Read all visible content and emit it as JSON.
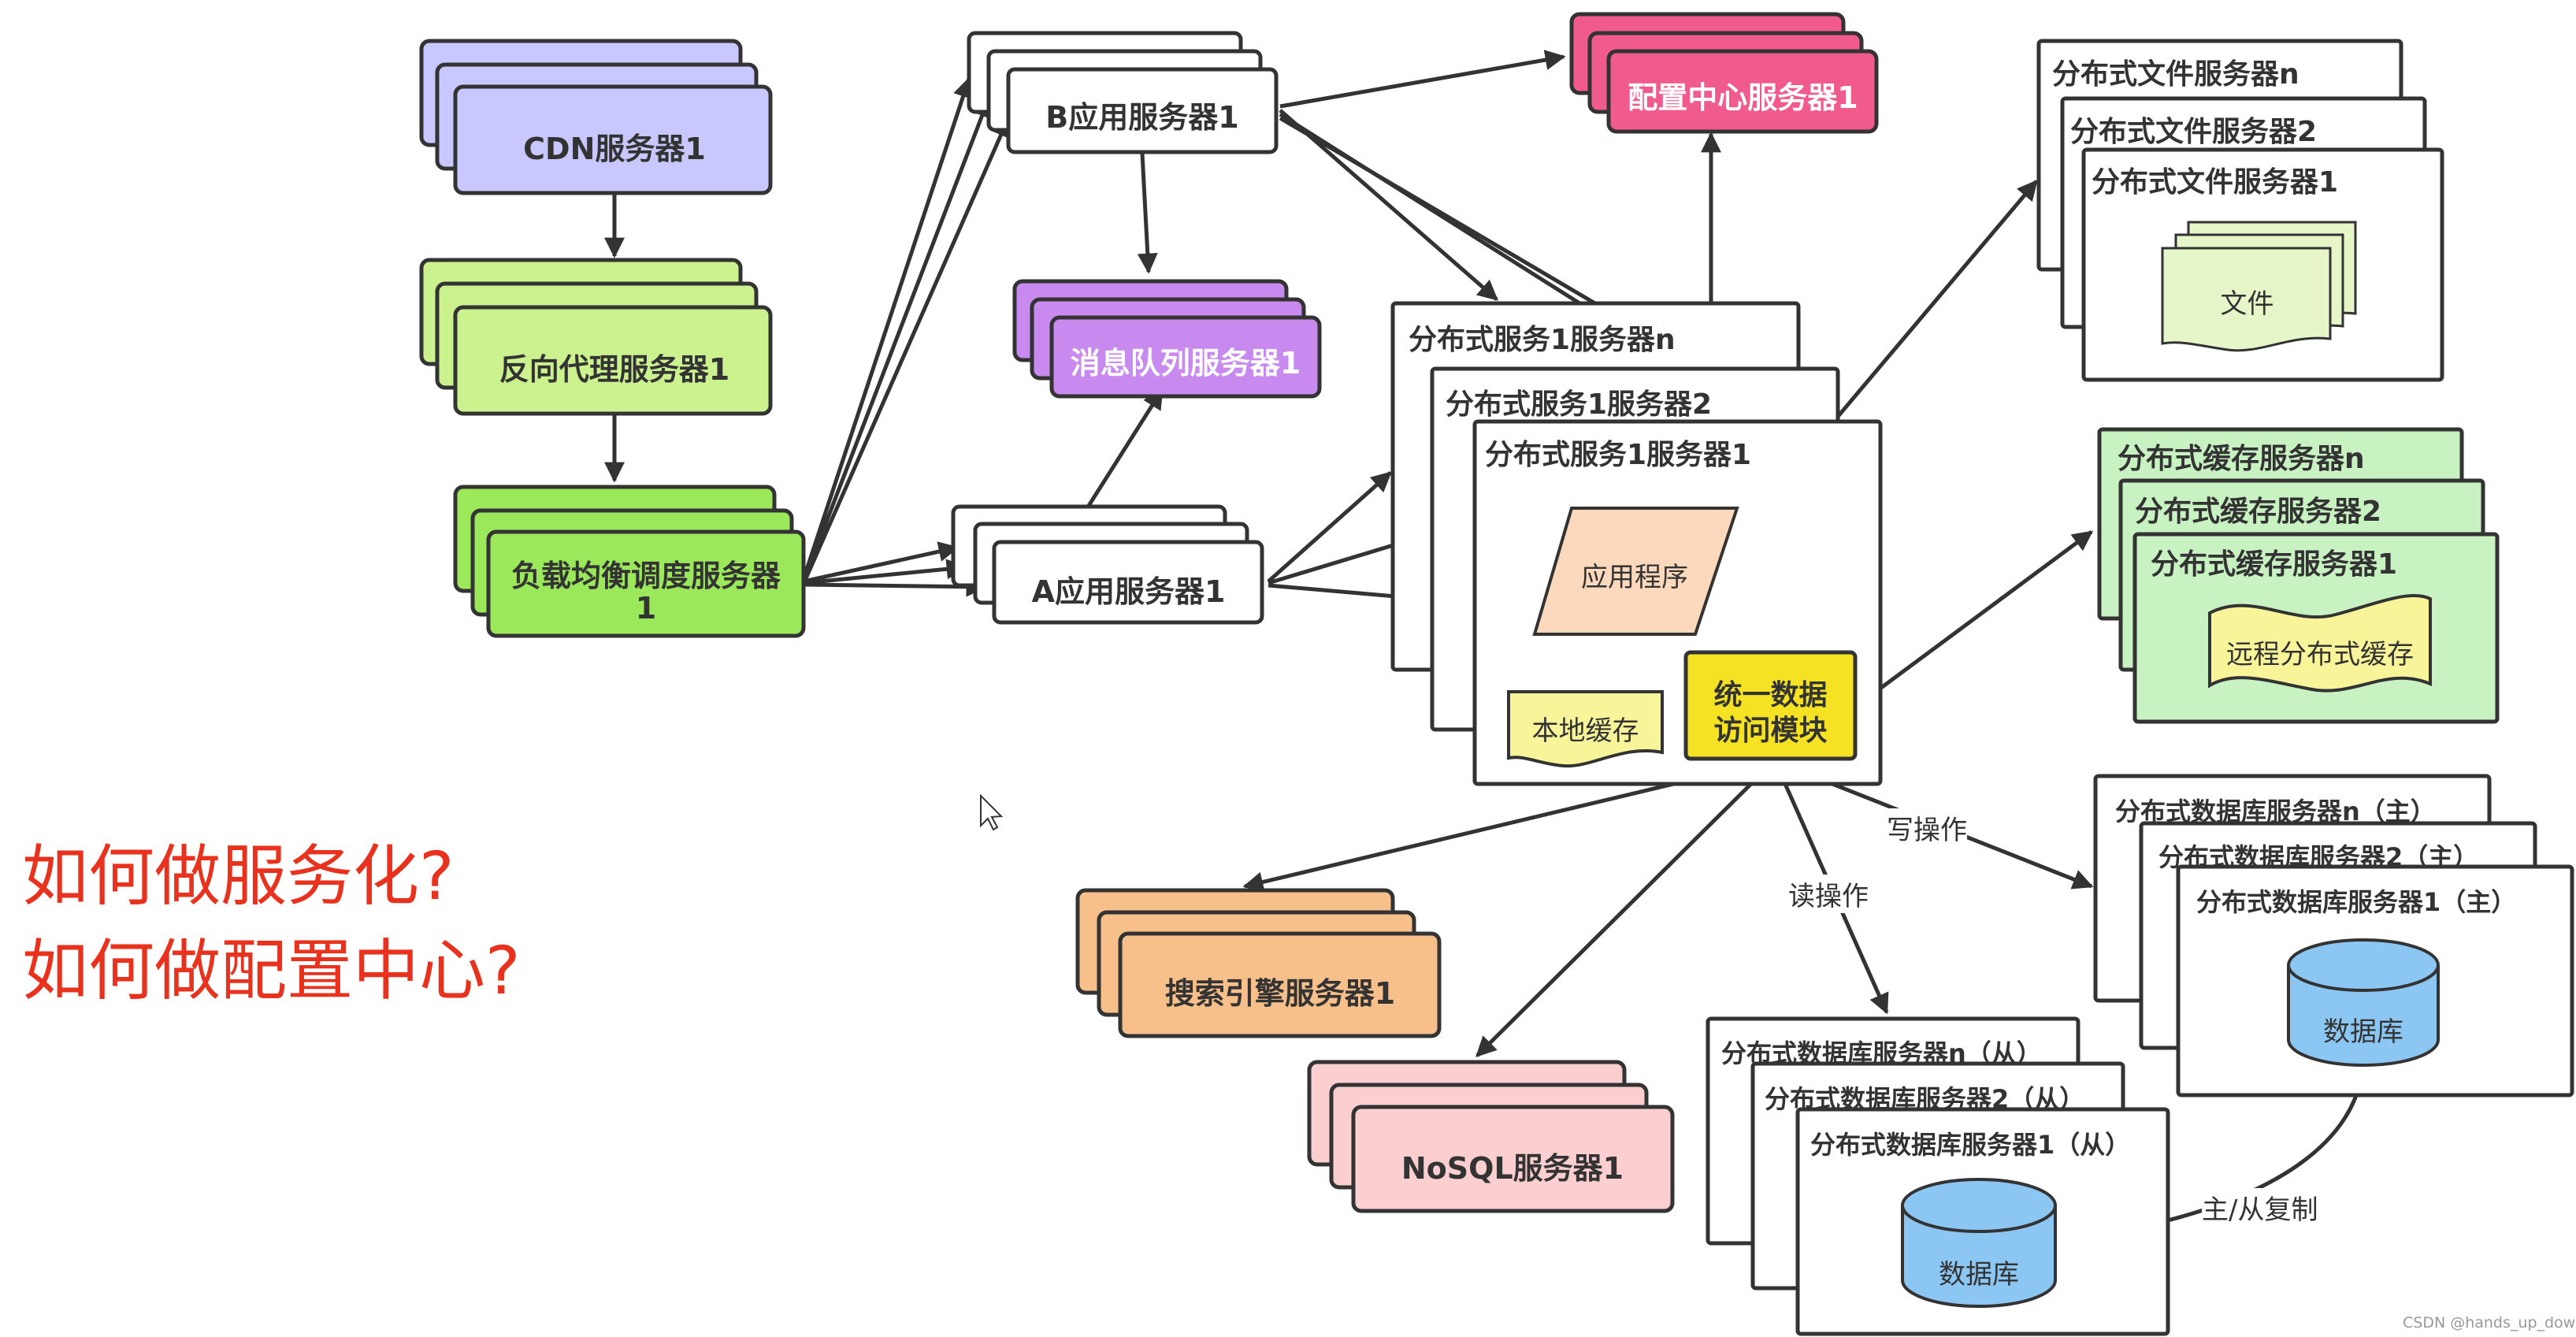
{
  "nodes": {
    "cdn": "CDN服务器1",
    "reverse_proxy": "反向代理服务器1",
    "load_balancer_line1": "负载均衡调度服务器",
    "load_balancer_line2": "1",
    "app_b": "B应用服务器1",
    "app_a": "A应用服务器1",
    "mq": "消息队列服务器1",
    "config_center": "配置中心服务器1",
    "dist_service_n": "分布式服务1服务器n",
    "dist_service_2": "分布式服务1服务器2",
    "dist_service_1": "分布式服务1服务器1",
    "application": "应用程序",
    "local_cache": "本地缓存",
    "unified_data_line1": "统一数据",
    "unified_data_line2": "访问模块",
    "file_n": "分布式文件服务器n",
    "file_2": "分布式文件服务器2",
    "file_1": "分布式文件服务器1",
    "file_doc": "文件",
    "cache_n": "分布式缓存服务器n",
    "cache_2": "分布式缓存服务器2",
    "cache_1": "分布式缓存服务器1",
    "remote_cache": "远程分布式缓存",
    "db_master_n": "分布式数据库服务器n（主）",
    "db_master_2": "分布式数据库服务器2（主）",
    "db_master_1": "分布式数据库服务器1（主）",
    "db_master_db": "数据库",
    "db_slave_n": "分布式数据库服务器n（从）",
    "db_slave_2": "分布式数据库服务器2（从）",
    "db_slave_1": "分布式数据库服务器1（从）",
    "db_slave_db": "数据库",
    "search": "搜索引擎服务器1",
    "nosql": "NoSQL服务器1"
  },
  "edge_labels": {
    "write": "写操作",
    "read": "读操作",
    "replication": "主/从复制"
  },
  "questions": {
    "q1": "如何做服务化?",
    "q2": "如何做配置中心?"
  },
  "watermark": "CSDN @hands_up_down",
  "colors": {
    "cdn": "#c8c8ff",
    "proxy": "#cbf28f",
    "balancer": "#9be85a",
    "mq": "#c98af0",
    "config": "#f05a8c",
    "app_shape": "#fcd9bd",
    "local_cache": "#f7f49a",
    "unified": "#f5e323",
    "cache": "#c9f2c3",
    "doc": "#e6f6c8",
    "db": "#8cc6f2",
    "search": "#f7c08a",
    "nosql": "#fbcfcf",
    "question": "#e8321e"
  }
}
